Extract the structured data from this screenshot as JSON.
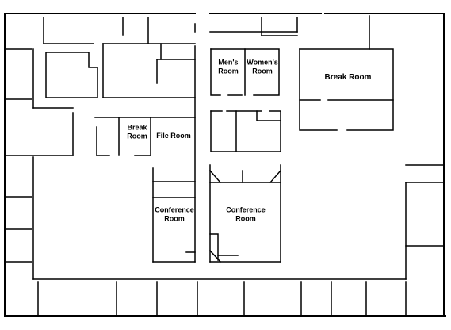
{
  "floor_plan": {
    "rooms": [
      {
        "id": "mens",
        "lines": [
          "Men's",
          "Room"
        ]
      },
      {
        "id": "womens",
        "lines": [
          "Women's",
          "Room"
        ]
      },
      {
        "id": "break-large",
        "lines": [
          "Break Room"
        ]
      },
      {
        "id": "break-small",
        "lines": [
          "Break",
          "Room"
        ]
      },
      {
        "id": "file",
        "lines": [
          "File Room"
        ]
      },
      {
        "id": "conf-left",
        "lines": [
          "Conference",
          "Room"
        ]
      },
      {
        "id": "conf-center",
        "lines": [
          "Conference",
          "Room"
        ]
      }
    ],
    "colors": {
      "wall": "#000000",
      "background": "#ffffff"
    }
  }
}
